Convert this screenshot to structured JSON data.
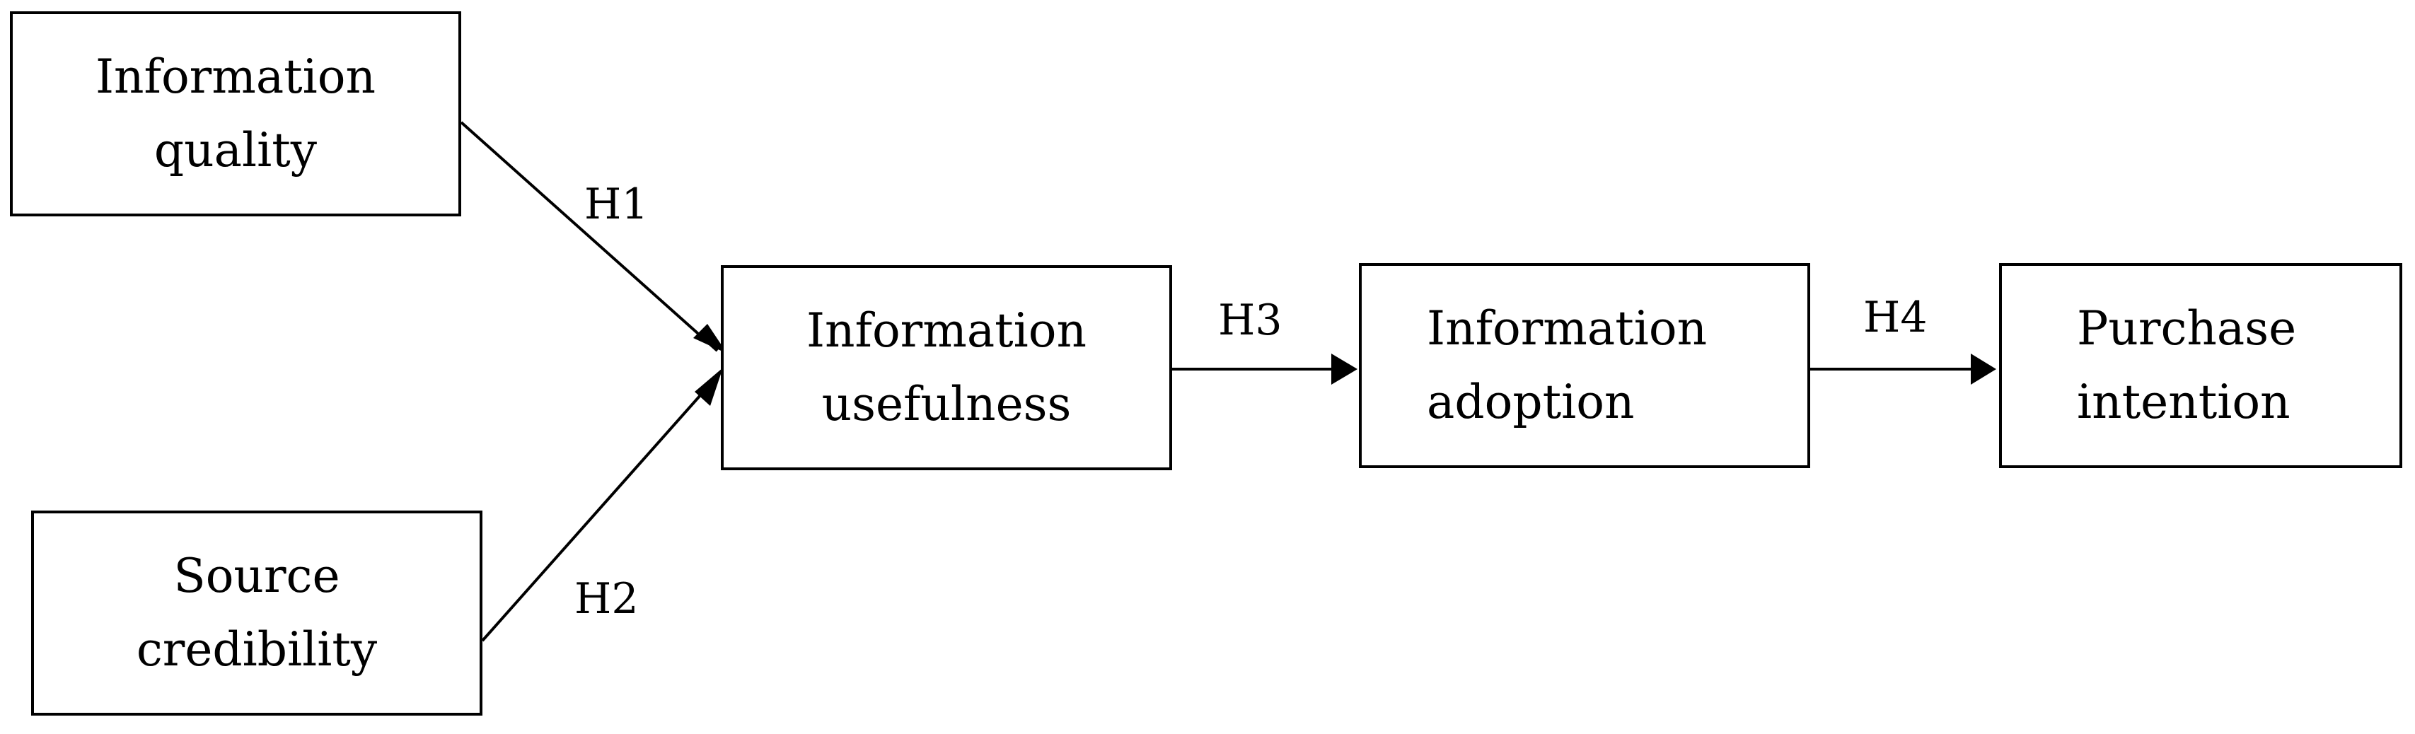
{
  "nodes": {
    "information_quality": [
      "Information",
      "quality"
    ],
    "source_credibility": [
      "Source",
      "credibility"
    ],
    "information_usefulness": [
      "Information",
      "usefulness"
    ],
    "information_adoption": [
      "Information",
      "adoption"
    ],
    "purchase_intention": [
      "Purchase",
      "intention"
    ]
  },
  "edges": {
    "h1": "H1",
    "h2": "H2",
    "h3": "H3",
    "h4": "H4"
  }
}
